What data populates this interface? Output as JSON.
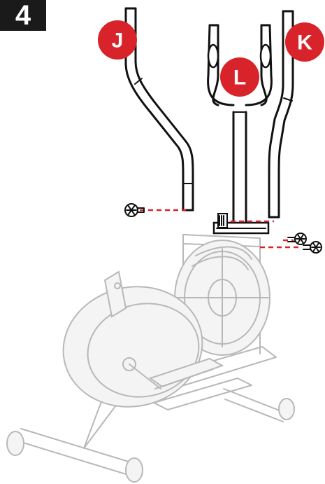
{
  "step": {
    "number": "4"
  },
  "labels": {
    "left_handlebar": "J",
    "right_handlebar": "K",
    "center_handlebar": "L"
  },
  "colors": {
    "accent": "#d8232a",
    "badge": "#1a1a1a",
    "outline_dark": "#111111",
    "outline_light": "#b8b8b8"
  },
  "icons": [
    "knob-screw-icon"
  ]
}
